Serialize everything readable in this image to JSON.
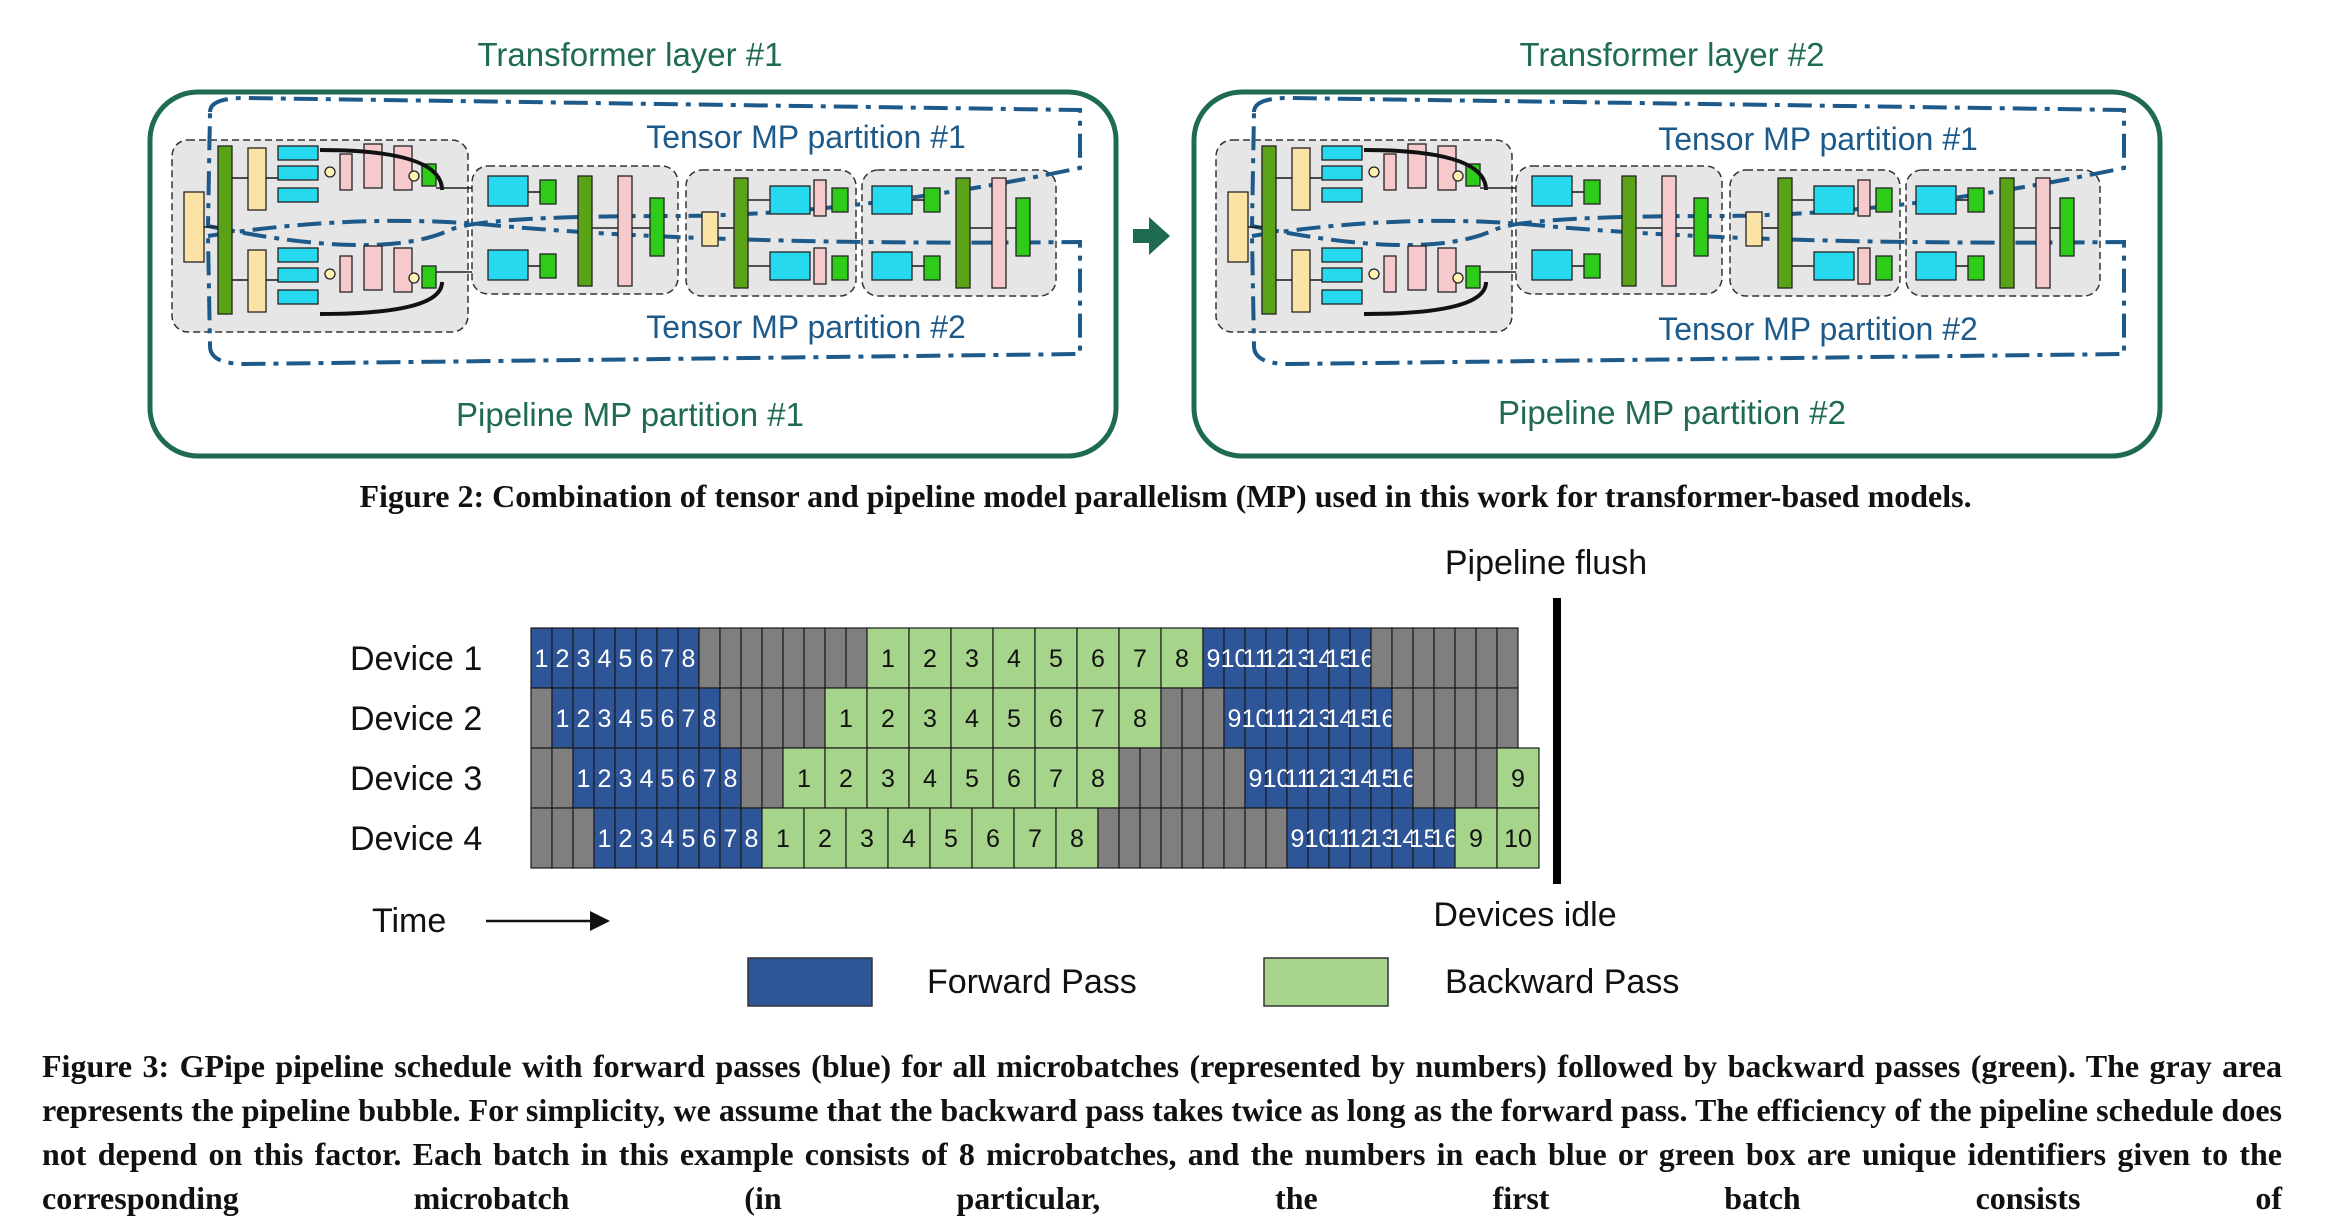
{
  "figure2": {
    "layer_titles": [
      "Transformer layer #1",
      "Transformer layer #2"
    ],
    "tensor_labels": [
      "Tensor MP partition #1",
      "Tensor MP partition #2"
    ],
    "pipeline_labels": [
      "Pipeline MP partition #1",
      "Pipeline MP partition #2"
    ],
    "caption": "Figure 2: Combination of tensor and pipeline model parallelism (MP) used in this work for transformer-based models.",
    "colors": {
      "frame": "#1e6b4f",
      "dash": "#1d5a8a",
      "yellow": "#fbe3a6",
      "green_dark": "#5aa316",
      "green_light": "#2ecc18",
      "cyan": "#26d9ee",
      "pink": "#f6c9cc",
      "arrow": "#1e6b4f"
    }
  },
  "figure3": {
    "pipeline_flush_label": "Pipeline flush",
    "devices_idle_label": "Devices idle",
    "time_label": "Time",
    "legend": {
      "forward": "Forward Pass",
      "backward": "Backward Pass"
    },
    "device_labels": [
      "Device 1",
      "Device 2",
      "Device 3",
      "Device 4"
    ],
    "colors": {
      "forward": "#2e5597",
      "backward": "#a6d48a",
      "idle": "#7f7f7f"
    },
    "schedule": [
      [
        [
          "F",
          1
        ],
        [
          "F",
          2
        ],
        [
          "F",
          3
        ],
        [
          "F",
          4
        ],
        [
          "F",
          5
        ],
        [
          "F",
          6
        ],
        [
          "F",
          7
        ],
        [
          "F",
          8
        ],
        [
          "I"
        ],
        [
          "I"
        ],
        [
          "I"
        ],
        [
          "I"
        ],
        [
          "I"
        ],
        [
          "I"
        ],
        [
          "I"
        ],
        [
          "I"
        ],
        [
          "B",
          1
        ],
        [
          "B",
          2
        ],
        [
          "B",
          3
        ],
        [
          "B",
          4
        ],
        [
          "B",
          5
        ],
        [
          "B",
          6
        ],
        [
          "B",
          7
        ],
        [
          "B",
          8
        ],
        [
          "F",
          9
        ],
        [
          "F",
          10
        ],
        [
          "F",
          11
        ],
        [
          "F",
          12
        ],
        [
          "F",
          13
        ],
        [
          "F",
          14
        ],
        [
          "F",
          15
        ],
        [
          "F",
          16
        ],
        [
          "I"
        ],
        [
          "I"
        ],
        [
          "I"
        ],
        [
          "I"
        ],
        [
          "I"
        ],
        [
          "I"
        ],
        [
          "I"
        ]
      ],
      [
        [
          "I"
        ],
        [
          "F",
          1
        ],
        [
          "F",
          2
        ],
        [
          "F",
          3
        ],
        [
          "F",
          4
        ],
        [
          "F",
          5
        ],
        [
          "F",
          6
        ],
        [
          "F",
          7
        ],
        [
          "F",
          8
        ],
        [
          "I"
        ],
        [
          "I"
        ],
        [
          "I"
        ],
        [
          "I"
        ],
        [
          "I"
        ],
        [
          "B",
          1
        ],
        [
          "B",
          2
        ],
        [
          "B",
          3
        ],
        [
          "B",
          4
        ],
        [
          "B",
          5
        ],
        [
          "B",
          6
        ],
        [
          "B",
          7
        ],
        [
          "B",
          8
        ],
        [
          "I"
        ],
        [
          "I"
        ],
        [
          "I"
        ],
        [
          "F",
          9
        ],
        [
          "F",
          10
        ],
        [
          "F",
          11
        ],
        [
          "F",
          12
        ],
        [
          "F",
          13
        ],
        [
          "F",
          14
        ],
        [
          "F",
          15
        ],
        [
          "F",
          16
        ],
        [
          "I"
        ],
        [
          "I"
        ],
        [
          "I"
        ],
        [
          "I"
        ],
        [
          "I"
        ],
        [
          "I"
        ]
      ],
      [
        [
          "I"
        ],
        [
          "I"
        ],
        [
          "F",
          1
        ],
        [
          "F",
          2
        ],
        [
          "F",
          3
        ],
        [
          "F",
          4
        ],
        [
          "F",
          5
        ],
        [
          "F",
          6
        ],
        [
          "F",
          7
        ],
        [
          "F",
          8
        ],
        [
          "I"
        ],
        [
          "I"
        ],
        [
          "B",
          1
        ],
        [
          "B",
          2
        ],
        [
          "B",
          3
        ],
        [
          "B",
          4
        ],
        [
          "B",
          5
        ],
        [
          "B",
          6
        ],
        [
          "B",
          7
        ],
        [
          "B",
          8
        ],
        [
          "I"
        ],
        [
          "I"
        ],
        [
          "I"
        ],
        [
          "I"
        ],
        [
          "I"
        ],
        [
          "I"
        ],
        [
          "F",
          9
        ],
        [
          "F",
          10
        ],
        [
          "F",
          11
        ],
        [
          "F",
          12
        ],
        [
          "F",
          13
        ],
        [
          "F",
          14
        ],
        [
          "F",
          15
        ],
        [
          "F",
          16
        ],
        [
          "I"
        ],
        [
          "I"
        ],
        [
          "I"
        ],
        [
          "I"
        ],
        [
          "B",
          9
        ]
      ],
      [
        [
          "I"
        ],
        [
          "I"
        ],
        [
          "I"
        ],
        [
          "F",
          1
        ],
        [
          "F",
          2
        ],
        [
          "F",
          3
        ],
        [
          "F",
          4
        ],
        [
          "F",
          5
        ],
        [
          "F",
          6
        ],
        [
          "F",
          7
        ],
        [
          "F",
          8
        ],
        [
          "B",
          1
        ],
        [
          "B",
          2
        ],
        [
          "B",
          3
        ],
        [
          "B",
          4
        ],
        [
          "B",
          5
        ],
        [
          "B",
          6
        ],
        [
          "B",
          7
        ],
        [
          "B",
          8
        ],
        [
          "I"
        ],
        [
          "I"
        ],
        [
          "I"
        ],
        [
          "I"
        ],
        [
          "I"
        ],
        [
          "I"
        ],
        [
          "I"
        ],
        [
          "I"
        ],
        [
          "I"
        ],
        [
          "F",
          9
        ],
        [
          "F",
          10
        ],
        [
          "F",
          11
        ],
        [
          "F",
          12
        ],
        [
          "F",
          13
        ],
        [
          "F",
          14
        ],
        [
          "F",
          15
        ],
        [
          "F",
          16
        ],
        [
          "B",
          9
        ],
        [
          "B",
          10
        ]
      ]
    ],
    "caption": "Figure 3: GPipe pipeline schedule with forward passes (blue) for all microbatches (represented by numbers) followed by backward passes (green). The gray area represents the pipeline bubble. For simplicity, we assume that the backward pass takes twice as long as the forward pass. The efficiency of the pipeline schedule does not depend on this factor. Each batch in this example consists of 8 microbatches, and the numbers in each blue or green box are unique identifiers given to the corresponding microbatch (in particular, the first batch consists of"
  }
}
